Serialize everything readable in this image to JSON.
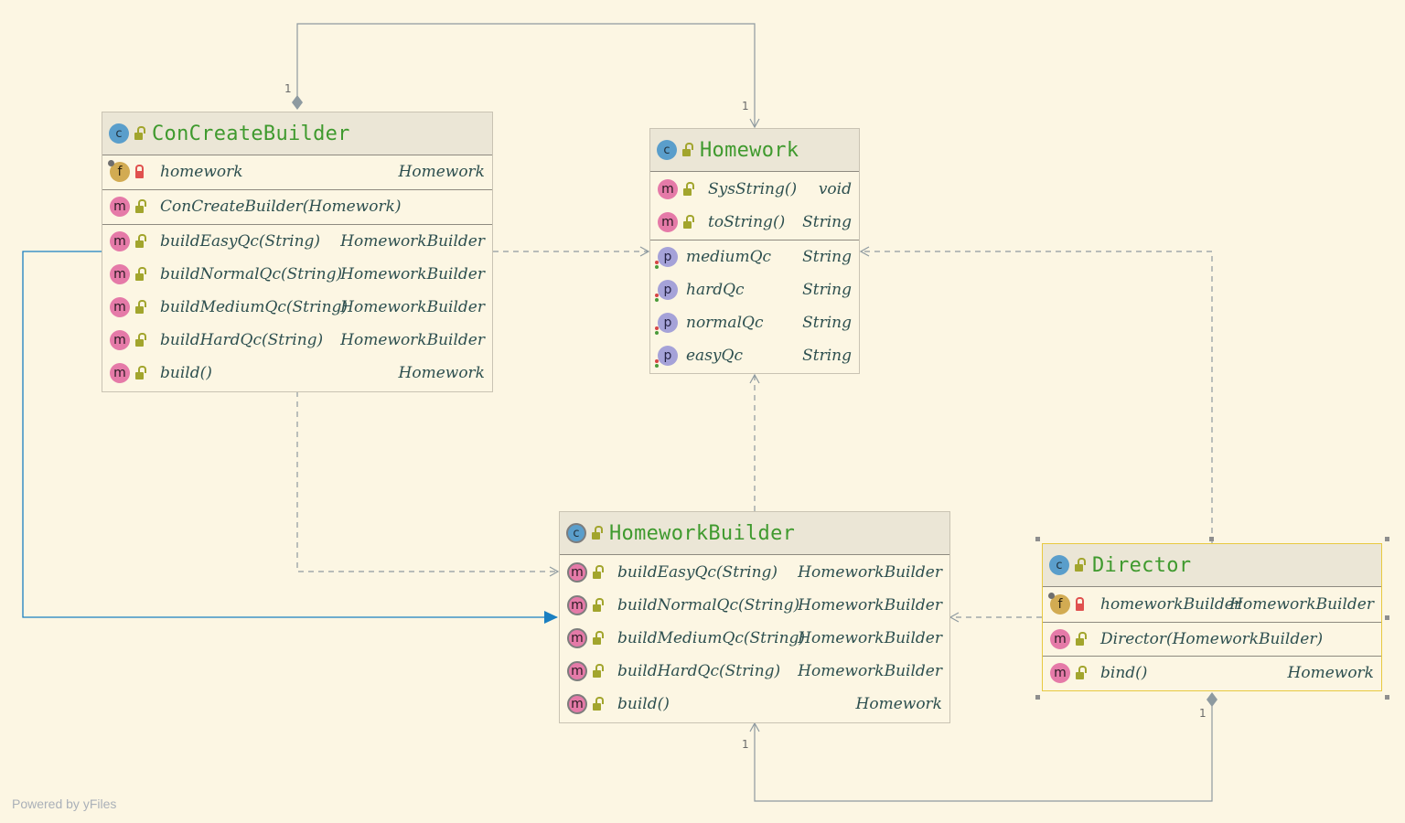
{
  "classes": {
    "concreate_builder": {
      "name": "ConCreateBuilder",
      "fields": [
        {
          "name": "homework",
          "type": "Homework"
        }
      ],
      "constructors": [
        {
          "name": "ConCreateBuilder(Homework)",
          "type": ""
        }
      ],
      "methods": [
        {
          "name": "buildEasyQc(String)",
          "type": "HomeworkBuilder"
        },
        {
          "name": "buildNormalQc(String)",
          "type": "HomeworkBuilder"
        },
        {
          "name": "buildMediumQc(String)",
          "type": "HomeworkBuilder"
        },
        {
          "name": "buildHardQc(String)",
          "type": "HomeworkBuilder"
        },
        {
          "name": "build()",
          "type": "Homework"
        }
      ]
    },
    "homework": {
      "name": "Homework",
      "methods": [
        {
          "name": "SysString()",
          "type": "void"
        },
        {
          "name": "toString()",
          "type": "String"
        }
      ],
      "properties": [
        {
          "name": "mediumQc",
          "type": "String"
        },
        {
          "name": "hardQc",
          "type": "String"
        },
        {
          "name": "normalQc",
          "type": "String"
        },
        {
          "name": "easyQc",
          "type": "String"
        }
      ]
    },
    "homework_builder": {
      "name": "HomeworkBuilder",
      "methods": [
        {
          "name": "buildEasyQc(String)",
          "type": "HomeworkBuilder"
        },
        {
          "name": "buildNormalQc(String)",
          "type": "HomeworkBuilder"
        },
        {
          "name": "buildMediumQc(String)",
          "type": "HomeworkBuilder"
        },
        {
          "name": "buildHardQc(String)",
          "type": "HomeworkBuilder"
        },
        {
          "name": "build()",
          "type": "Homework"
        }
      ]
    },
    "director": {
      "name": "Director",
      "fields": [
        {
          "name": "homeworkBuilder",
          "type": "HomeworkBuilder"
        }
      ],
      "constructors": [
        {
          "name": "Director(HomeworkBuilder)",
          "type": ""
        }
      ],
      "methods": [
        {
          "name": "bind()",
          "type": "Homework"
        }
      ]
    }
  },
  "multiplicities": {
    "concreate_to_homework_source": "1",
    "concreate_to_homework_target": "1",
    "director_to_builder_source": "1",
    "director_to_builder_target": "1"
  },
  "badges": {
    "class": "c",
    "method": "m",
    "field": "f",
    "property": "p"
  },
  "colors": {
    "background": "#fcf6e3",
    "class_name": "#3f9a2e",
    "header": "#ebe6d6",
    "inheritance_edge": "#1a7fc1",
    "edge": "#8e9aa0",
    "selection": "#e8c940"
  },
  "footer": {
    "text": "Powered by yFiles"
  }
}
